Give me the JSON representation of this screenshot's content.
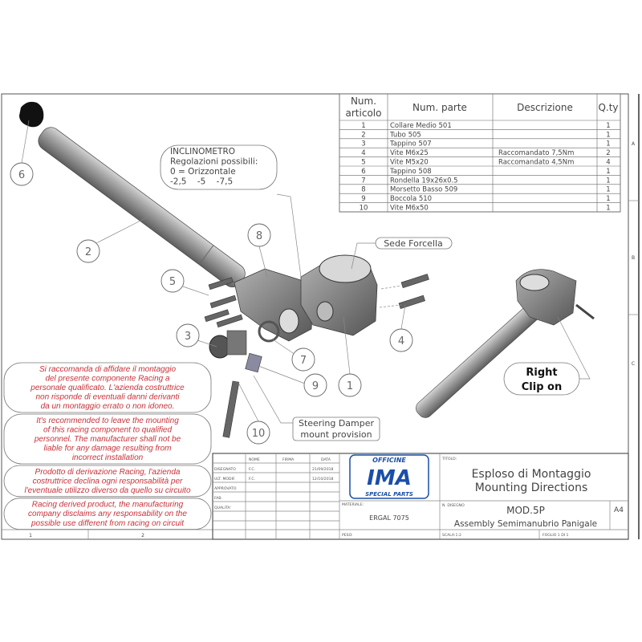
{
  "bom_table": {
    "headers": {
      "item_line1": "Num.",
      "item_line2": "articolo",
      "part": "Num. parte",
      "description": "Descrizione",
      "qty": "Q.ty"
    },
    "rows": [
      {
        "item": "1",
        "part": "Collare Medio 501",
        "description": "",
        "qty": "1"
      },
      {
        "item": "2",
        "part": "Tubo 505",
        "description": "",
        "qty": "1"
      },
      {
        "item": "3",
        "part": "Tappino 507",
        "description": "",
        "qty": "1"
      },
      {
        "item": "4",
        "part": "Vite M6x25",
        "description": "Raccomandato 7,5Nm",
        "qty": "2"
      },
      {
        "item": "5",
        "part": "Vite M5x20",
        "description": "Raccomandato 4,5Nm",
        "qty": "4"
      },
      {
        "item": "6",
        "part": "Tappino 508",
        "description": "",
        "qty": "1"
      },
      {
        "item": "7",
        "part": "Rondella 19x26x0.5",
        "description": "",
        "qty": "1"
      },
      {
        "item": "8",
        "part": "Morsetto Basso 509",
        "description": "",
        "qty": "1"
      },
      {
        "item": "9",
        "part": "Boccola 510",
        "description": "",
        "qty": "1"
      },
      {
        "item": "10",
        "part": "Vite M6x50",
        "description": "",
        "qty": "1"
      }
    ]
  },
  "callouts": {
    "inclinometer": {
      "line1": "INCLINOMETRO",
      "line2": "Regolazioni possibili:",
      "line3": "0 = Orizzontale",
      "line4": "-2,5    -5    -7,5"
    },
    "fork_seat": "Sede Forcella",
    "steering_damper": {
      "line1": "Steering Damper",
      "line2": "mount provision"
    },
    "right_clip": {
      "line1": "Right",
      "line2": "Clip on"
    }
  },
  "balloons": [
    "1",
    "2",
    "3",
    "4",
    "5",
    "6",
    "7",
    "8",
    "9",
    "10"
  ],
  "warnings": [
    {
      "lines": [
        "Si raccomanda di affidare il montaggio",
        "del presente componente Racing a",
        "personale qualificato. L'azienda costruttrice",
        "non risponde di eventuali danni derivanti",
        "da un montaggio errato o non idoneo."
      ]
    },
    {
      "lines": [
        "It's recommended to leave the mounting",
        "of this racing component to qualified",
        "personnel. The manufacturer shall not be",
        "liable for any damage resulting from",
        "incorrect installation"
      ]
    },
    {
      "lines": [
        "Prodotto di derivazione Racing, l'azienda",
        "costruttrice declina ogni responsabilità per",
        "l'eventuale utilizzo diverso da quello su circuito"
      ]
    },
    {
      "lines": [
        "Racing derived product, the manufacturing",
        "company disclaims any responsability on the",
        "possible use different from racing on circuit"
      ]
    }
  ],
  "title_block": {
    "col_headers": {
      "name": "NOME",
      "signature": "FIRMA",
      "date": "DATA"
    },
    "rows": [
      {
        "label": "DISEGNATO",
        "name": "F.C.",
        "date": "21/09/2018"
      },
      {
        "label": "ULT. MODIF.",
        "name": "F.C.",
        "date": "12/10/2018"
      },
      {
        "label": "APPROVATO",
        "name": "",
        "date": ""
      },
      {
        "label": "FAB.",
        "name": "",
        "date": ""
      },
      {
        "label": "QUALITA'",
        "name": "",
        "date": ""
      }
    ],
    "logo": {
      "top": "OFFICINE",
      "main": "IMA",
      "bottom": "SPECIAL PARTS",
      "color": "#1a4fa8"
    },
    "title_label": "TITOLO:",
    "title_line1": "Esploso di Montaggio",
    "title_line2": "Mounting Directions",
    "material_label": "MATERIALE:",
    "material": "ERGAL 7075",
    "drawing_no_label": "N. DISEGNO",
    "drawing_no": "MOD.5P",
    "drawing_desc": "Assembly Semimanubrio Panigale",
    "sheet_size": "A4",
    "weight_label": "PESO:",
    "scale": "SCALA:1:2",
    "sheet": "FOGLIO 1 DI 1"
  },
  "border": {
    "columns": [
      "1",
      "2"
    ],
    "rows": [
      "A",
      "B",
      "C"
    ]
  },
  "colors": {
    "warning_text": "#c8323a",
    "line": "#555555",
    "part_gray": "#8a8a8a"
  }
}
